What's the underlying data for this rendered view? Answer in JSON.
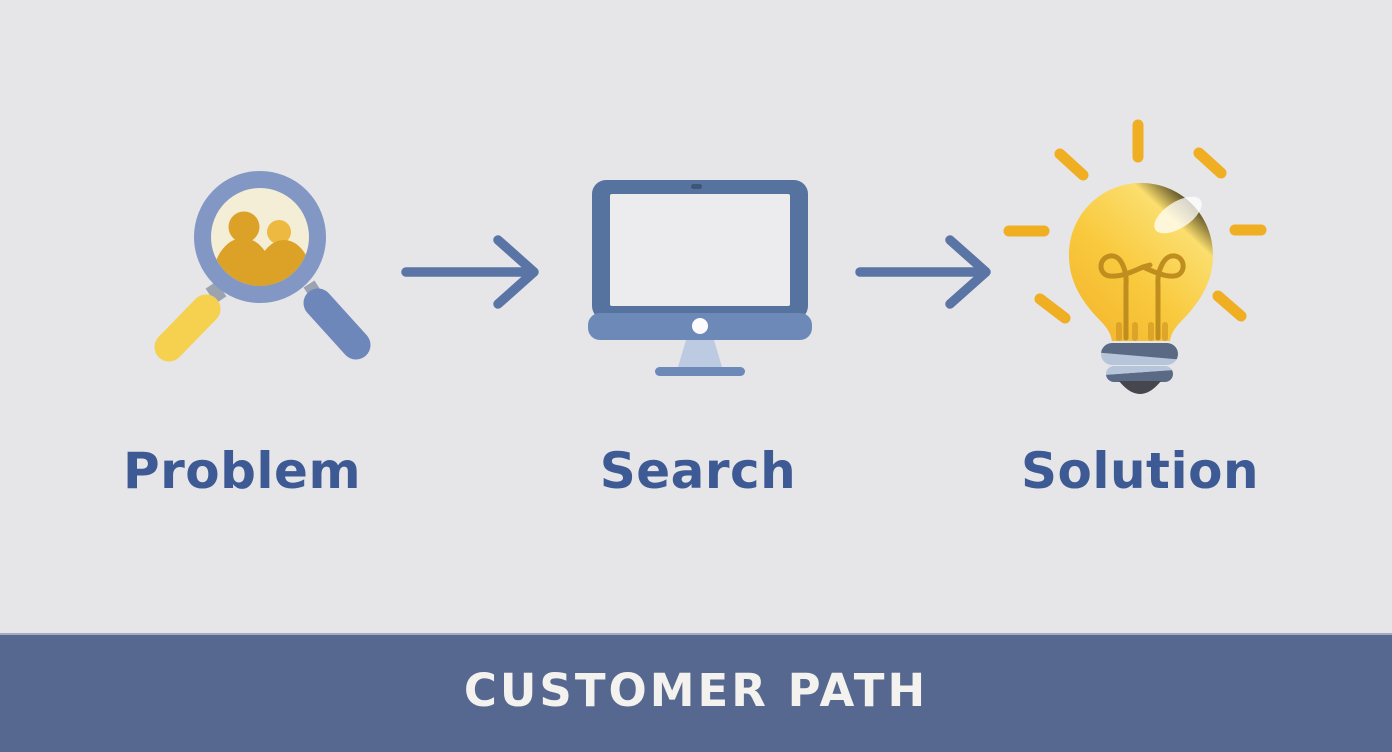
{
  "banner": {
    "label": "CUSTOMER PATH"
  },
  "steps": [
    {
      "label": "Problem",
      "icon": "magnifier-people-icon"
    },
    {
      "label": "Search",
      "icon": "monitor-icon"
    },
    {
      "label": "Solution",
      "icon": "lightbulb-icon"
    }
  ],
  "theme": {
    "background": "#E6E5E8",
    "label_text": "#3D5A94",
    "arrow": "#5A74A6",
    "banner_bg": "#56688F",
    "banner_text": "#F3F2EE",
    "magnifier_rim": "#8297C4",
    "magnifier_handle_blue": "#6E87BA",
    "magnifier_handle_yellow": "#F5D14F",
    "lens_fill": "#F5EED7",
    "person_gold": "#DCA127",
    "person_gold_light": "#EEB941",
    "monitor_frame": "#56739F",
    "monitor_bar": "#6D89B8",
    "monitor_screen": "#ECECEF",
    "monitor_stand": "#BCCBE2",
    "bulb_yellow": "#F9C93D",
    "bulb_yellow_light": "#FBDE6E",
    "bulb_ray": "#F0AE23",
    "filament": "#BF8E1E",
    "screw_dark": "#5A6A84",
    "screw_light": "#B7C5DA",
    "cap_dark": "#46464E"
  }
}
